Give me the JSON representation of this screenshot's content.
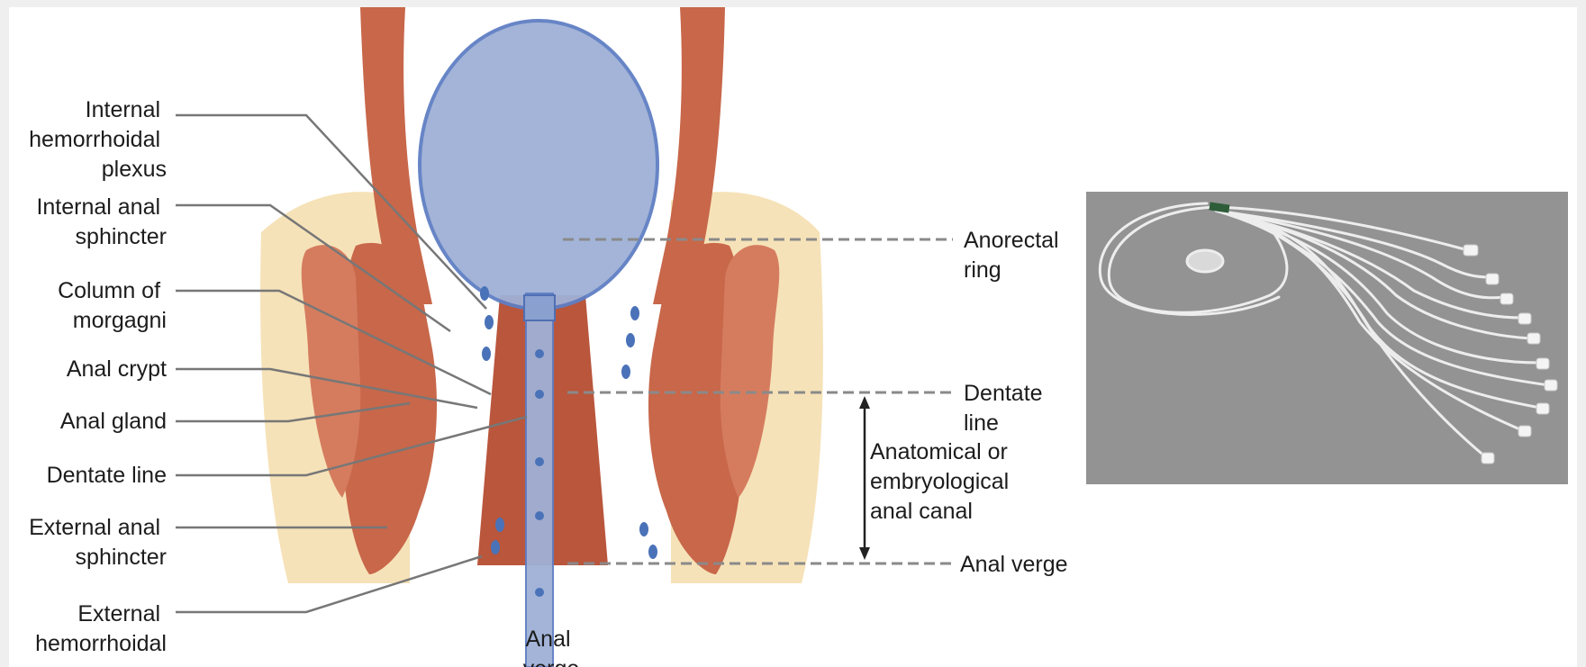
{
  "left_labels": [
    {
      "id": "internal-hemorrhoidal-plexus",
      "lines": [
        "Internal",
        "hemorrhoidal",
        "plexus"
      ]
    },
    {
      "id": "internal-anal-sphincter",
      "lines": [
        "Internal anal",
        "sphincter"
      ]
    },
    {
      "id": "column-of-morgagni",
      "lines": [
        "Column of",
        "morgagni"
      ]
    },
    {
      "id": "anal-crypt",
      "lines": [
        "Anal crypt"
      ]
    },
    {
      "id": "anal-gland",
      "lines": [
        "Anal gland"
      ]
    },
    {
      "id": "dentate-line-left",
      "lines": [
        "Dentate line"
      ]
    },
    {
      "id": "external-anal-sphincter",
      "lines": [
        "External anal",
        "sphincter"
      ]
    },
    {
      "id": "external-hemorrhoidal-plexus",
      "lines": [
        "External",
        "hemorrhoidal"
      ]
    }
  ],
  "right_labels": [
    {
      "id": "anorectal-ring",
      "lines": [
        "Anorectal",
        "ring"
      ]
    },
    {
      "id": "dentate-line-right",
      "lines": [
        "Dentate",
        "line"
      ]
    },
    {
      "id": "anatomical-anal-canal",
      "lines": [
        "Anatomical or",
        "embryological",
        "anal canal"
      ]
    },
    {
      "id": "anal-verge-right",
      "lines": [
        "Anal verge"
      ]
    }
  ],
  "bottom_label": {
    "id": "anal-verge-bottom",
    "lines": [
      "Anal",
      "verge"
    ]
  },
  "colors": {
    "tissue": "#c8674a",
    "tissue_dark": "#a94b33",
    "fat": "#f6e2b8",
    "balloon": "#9fb0d6",
    "balloon_edge": "#5f7fc4",
    "plexus_dot": "#4a72b8",
    "photo_bg": "#8f8f8f",
    "catheter": "#ededed"
  },
  "icons": {
    "catheter_photo": "manometry-catheter-photo"
  }
}
